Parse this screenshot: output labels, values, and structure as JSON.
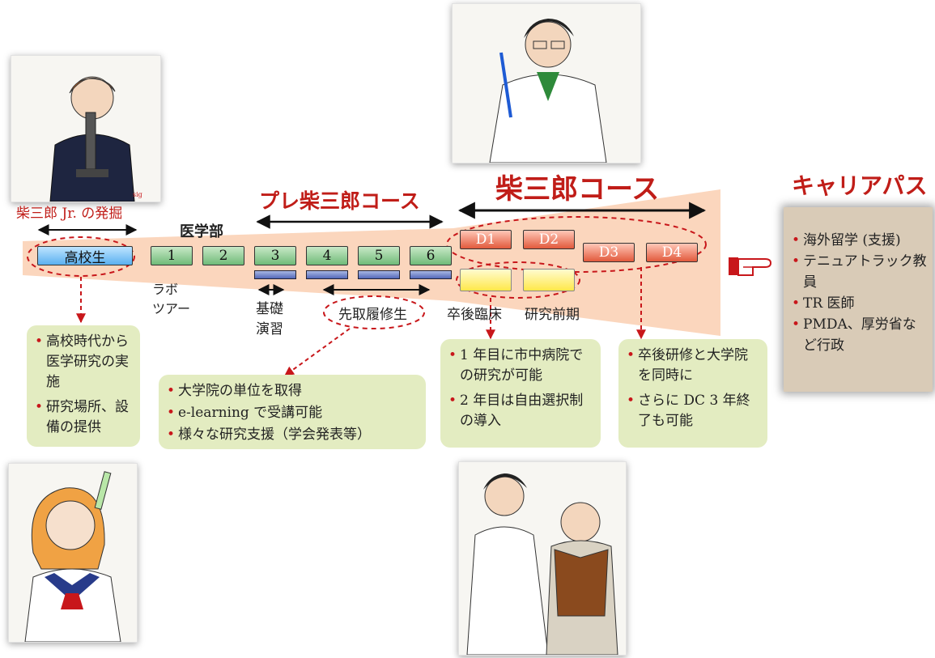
{
  "shibasaburo_jr": {
    "title": "柴三郎 Jr. の発掘"
  },
  "pre_course": {
    "title": "プレ柴三郎コース"
  },
  "main_course": {
    "title": "柴三郎コース"
  },
  "career": {
    "title": "キャリアパス",
    "items": [
      "海外留学 (支援)",
      "テニュアトラック教員",
      "TR 医師",
      "PMDA、厚労省など行政"
    ]
  },
  "medical_school_label": "医学部",
  "timeline": {
    "high_school": "高校生",
    "years": [
      "1",
      "2",
      "3",
      "4",
      "5",
      "6"
    ],
    "doctoral": [
      "D1",
      "D2",
      "D3",
      "D4"
    ]
  },
  "labels": {
    "lab_tour": "ラボ\nツアー",
    "basic_practice": "基礎\n演習",
    "advance_enrollment": "先取履修生",
    "postgrad_clinical": "卒後臨床",
    "pre_research": "研究前期"
  },
  "notes": {
    "high_school": [
      "高校時代から医学研究の実施",
      "研究場所、設備の提供"
    ],
    "advance": [
      "大学院の単位を取得",
      "e-learning で受講可能",
      "様々な研究支援（学会発表等）"
    ],
    "clinical": [
      "1 年目に市中病院での研究が可能",
      "2 年目は自由選択制の導入"
    ],
    "postgrad": [
      "卒後研修と大学院を同時に",
      "さらに DC 3 年終了も可能"
    ]
  },
  "colors": {
    "title_red": "#c01d18",
    "band": "#fbd6bd",
    "note_bg": "#e3ecc1",
    "career_bg": "#d9cbb7"
  }
}
